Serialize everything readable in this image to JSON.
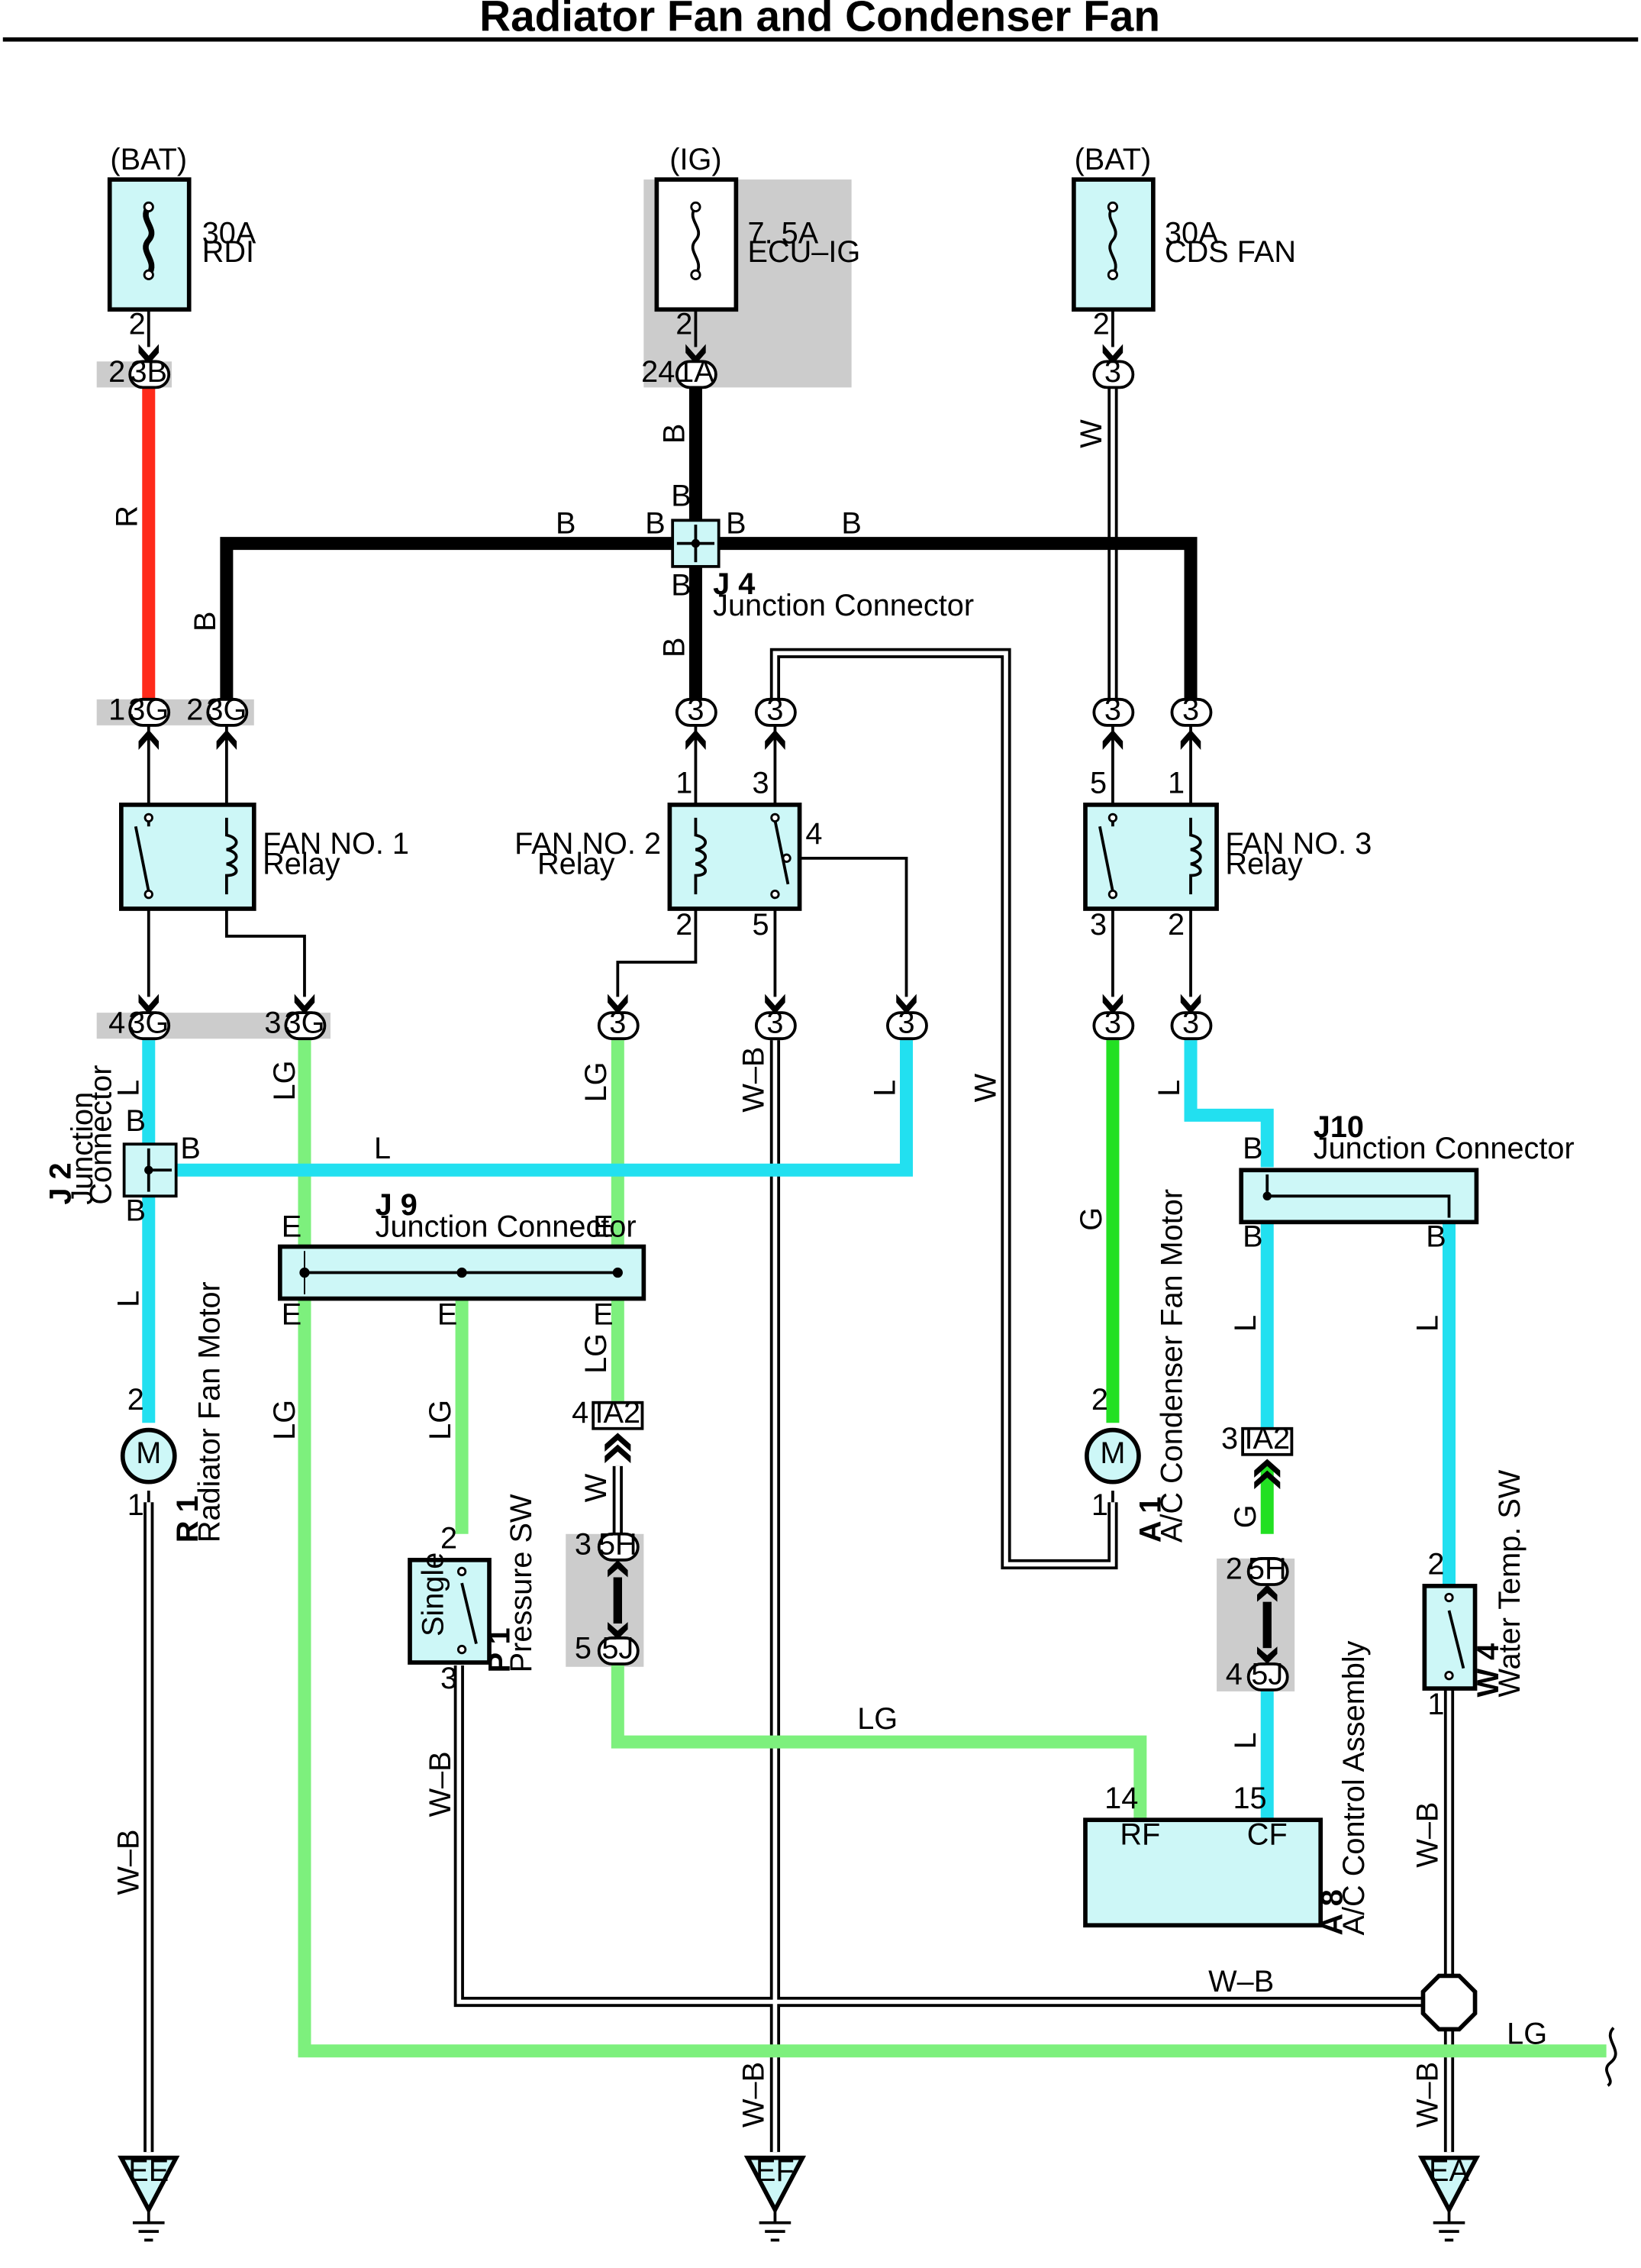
{
  "page": {
    "title": "Radiator Fan and Condenser Fan"
  },
  "sources": {
    "rdi": {
      "supply": "(BAT)",
      "rating": "30A",
      "name": "RDI",
      "pin": "2"
    },
    "ecu": {
      "supply": "(IG)",
      "rating": "7. 5A",
      "name": "ECU–IG",
      "pin": "2"
    },
    "cds": {
      "supply": "(BAT)",
      "rating": "30A",
      "name": "CDS FAN",
      "pin": "2"
    }
  },
  "connectors": {
    "c3b": "3B",
    "c1a": "1A",
    "c3": "3",
    "c3g": "3G",
    "ia2": "IA2",
    "c5h": "5H",
    "c5j": "5J",
    "p2": "2",
    "p24": "24",
    "p1": "1",
    "p3": "3",
    "p4": "4",
    "p5": "5",
    "p14": "14",
    "p15": "15"
  },
  "wires": {
    "R": "R",
    "B": "B",
    "W": "W",
    "L": "L",
    "LG": "LG",
    "WB": "W–B",
    "G": "G",
    "E": "E"
  },
  "components": {
    "j4": {
      "code": "J 4",
      "name": "Junction Connector"
    },
    "j2": {
      "code": "J 2",
      "name1": "Junction",
      "name2": "Connector"
    },
    "j9": {
      "code": "J 9",
      "name": "Junction Connector"
    },
    "j10": {
      "code": "J10",
      "name": "Junction Connector"
    },
    "relay1": {
      "name": "FAN NO. 1",
      "sub": "Relay"
    },
    "relay2": {
      "name": "FAN NO. 2",
      "sub": "Relay"
    },
    "relay3": {
      "name": "FAN NO. 3",
      "sub": "Relay"
    },
    "r1": {
      "code": "R 1",
      "name": "Radiator Fan Motor"
    },
    "a1": {
      "code": "A 1",
      "name": "A/C Condenser Fan Motor"
    },
    "p1": {
      "code": "P 1",
      "name": "Pressure SW",
      "type": "Single"
    },
    "a8": {
      "code": "A 8",
      "name": "A/C Control Assembly",
      "rf": "RF",
      "cf": "CF"
    },
    "w4": {
      "code": "W 4",
      "name": "Water Temp. SW"
    },
    "motor": "M"
  },
  "grounds": {
    "ee": "EE",
    "ef": "EF",
    "ea": "EA"
  },
  "colors": {
    "red": "#ff2a1a",
    "black": "#000000",
    "blue": "#22e0f0",
    "lg": "#7df07d",
    "green": "#22e022",
    "box": "#cdf7f7",
    "shade": "#cccccc"
  }
}
